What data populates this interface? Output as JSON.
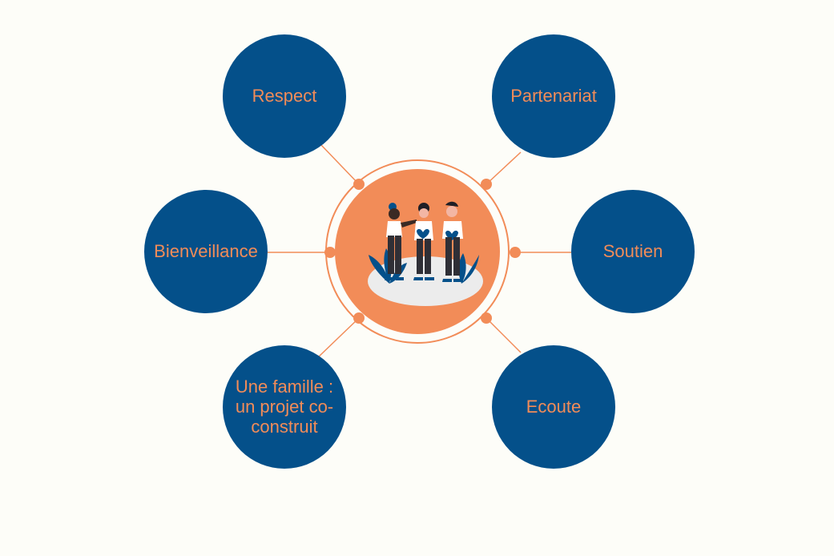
{
  "colors": {
    "background": "#fdfdf8",
    "node_fill": "#04508a",
    "accent": "#f28c58",
    "hub_fill": "#f28c58",
    "platform": "#ececec"
  },
  "hub": {
    "illustration": "three-people-holding-hearts-illustration"
  },
  "nodes": [
    {
      "id": "respect",
      "label_lines": [
        "Respect"
      ]
    },
    {
      "id": "partenariat",
      "label_lines": [
        "Partenariat"
      ]
    },
    {
      "id": "bienveillance",
      "label_lines": [
        "Bienveillance"
      ]
    },
    {
      "id": "soutien",
      "label_lines": [
        "Soutien"
      ]
    },
    {
      "id": "une-famille",
      "label_lines": [
        "Une famille :",
        "un projet co-",
        "construit"
      ]
    },
    {
      "id": "ecoute",
      "label_lines": [
        "Ecoute"
      ]
    }
  ]
}
